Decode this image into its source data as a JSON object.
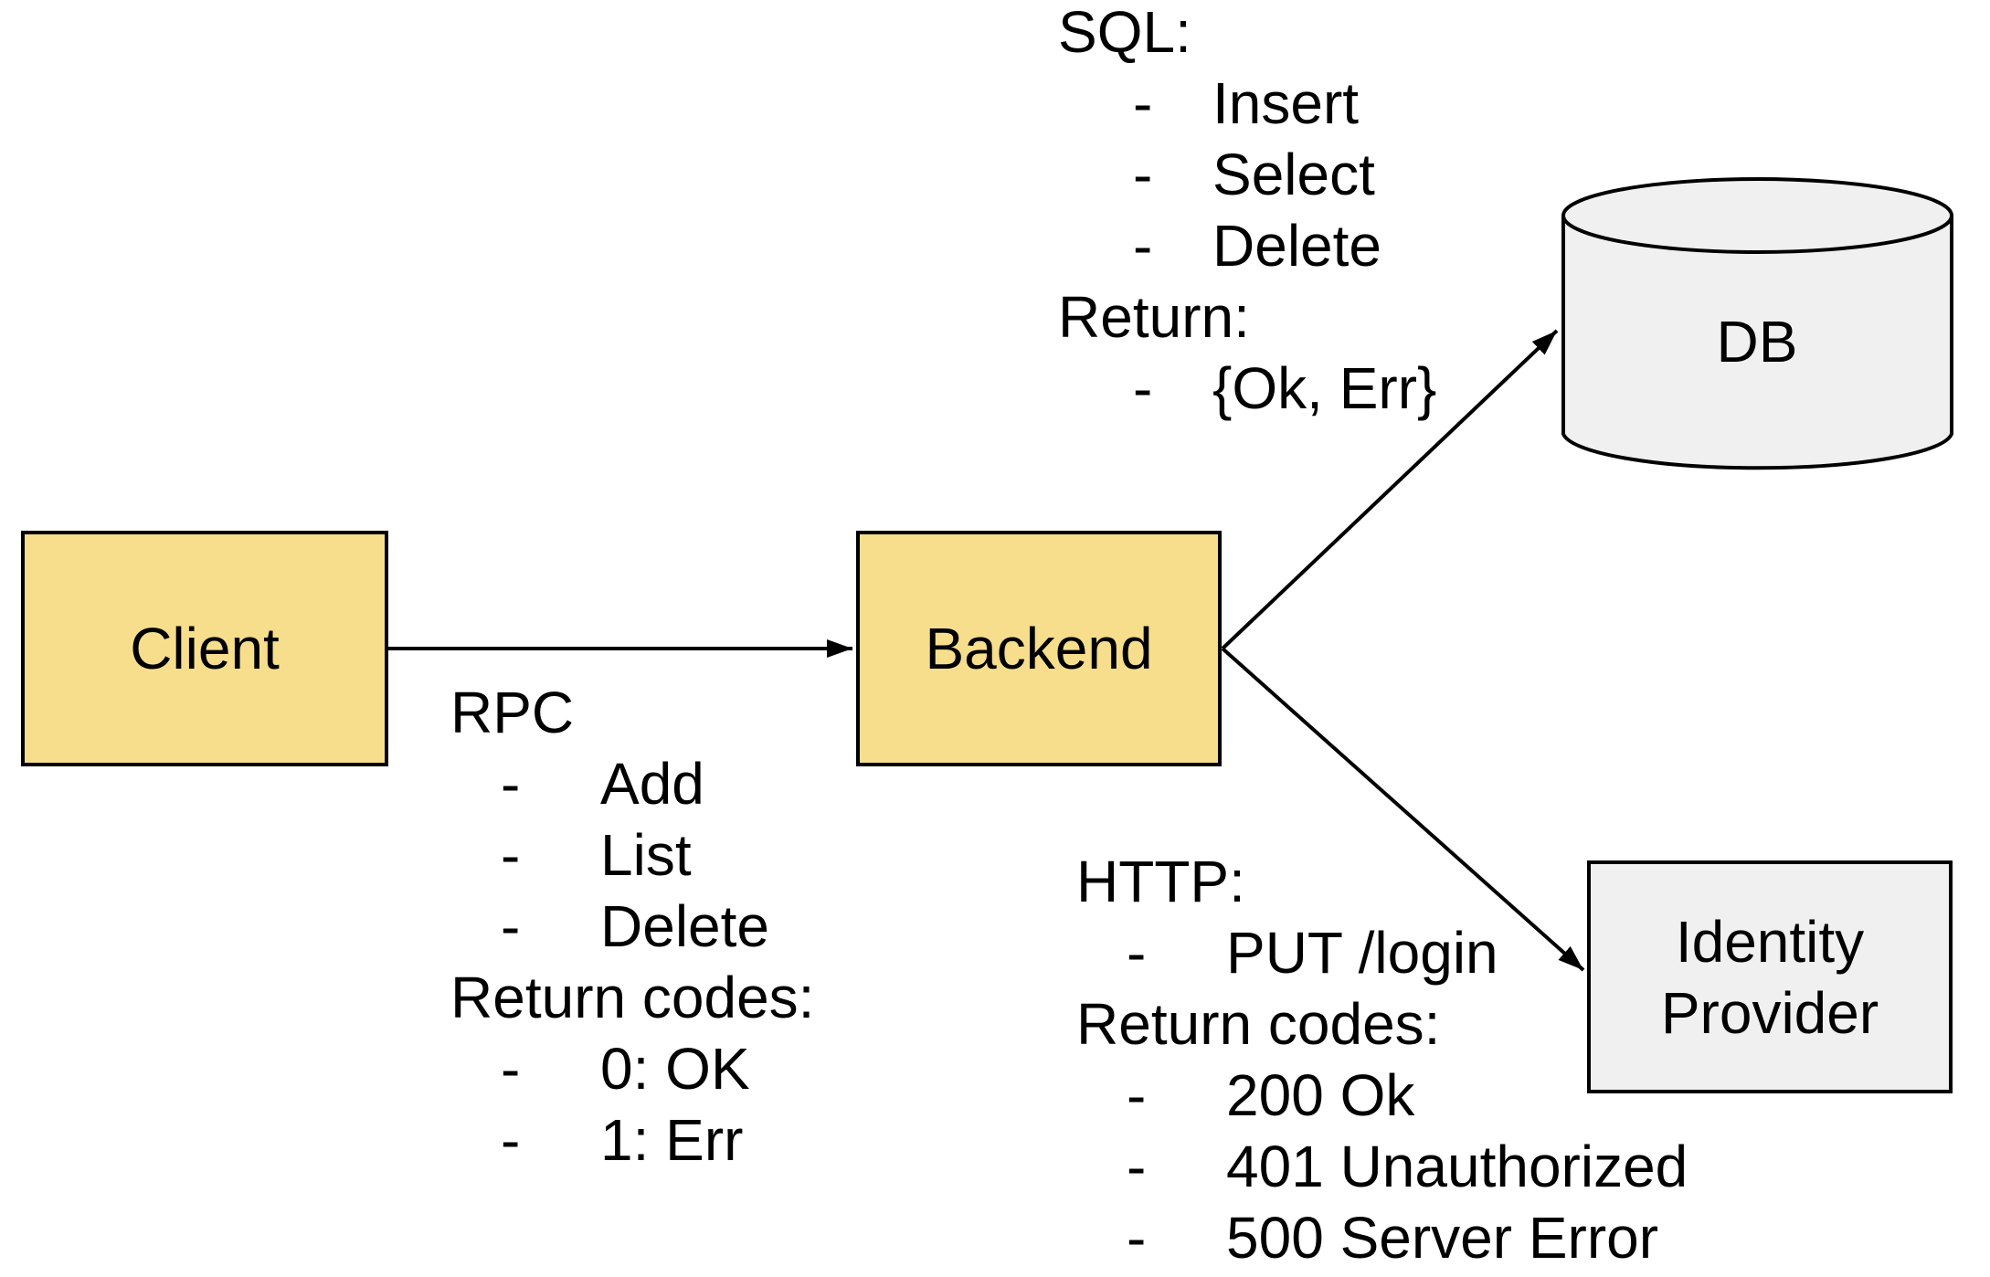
{
  "canvas": {
    "background": "#FFFFFF"
  },
  "colors": {
    "canvas_bg": "#FFFFFF",
    "service_fill": "#F6DE8C",
    "external_fill": "#F0F0F0",
    "stroke": "#000000",
    "text": "#000000"
  },
  "bullet": "-",
  "nodes": {
    "client": {
      "label": "Client"
    },
    "backend": {
      "label": "Backend"
    },
    "db": {
      "label": "DB"
    },
    "identity_provider": {
      "label": "Identity Provider"
    }
  },
  "edges": {
    "client_backend": {
      "title": "RPC",
      "items": [
        "Add",
        "List",
        "Delete"
      ],
      "subtitle": "Return codes:",
      "subitems": [
        "0: OK",
        "1: Err"
      ]
    },
    "backend_db": {
      "title": "SQL:",
      "items": [
        "Insert",
        "Select",
        "Delete"
      ],
      "subtitle": "Return:",
      "subitems": [
        "{Ok, Err}"
      ]
    },
    "backend_idp": {
      "title": "HTTP:",
      "items": [
        "PUT /login"
      ],
      "subtitle": "Return codes:",
      "subitems": [
        "200 Ok",
        "401 Unauthorized",
        "500 Server Error"
      ]
    }
  }
}
